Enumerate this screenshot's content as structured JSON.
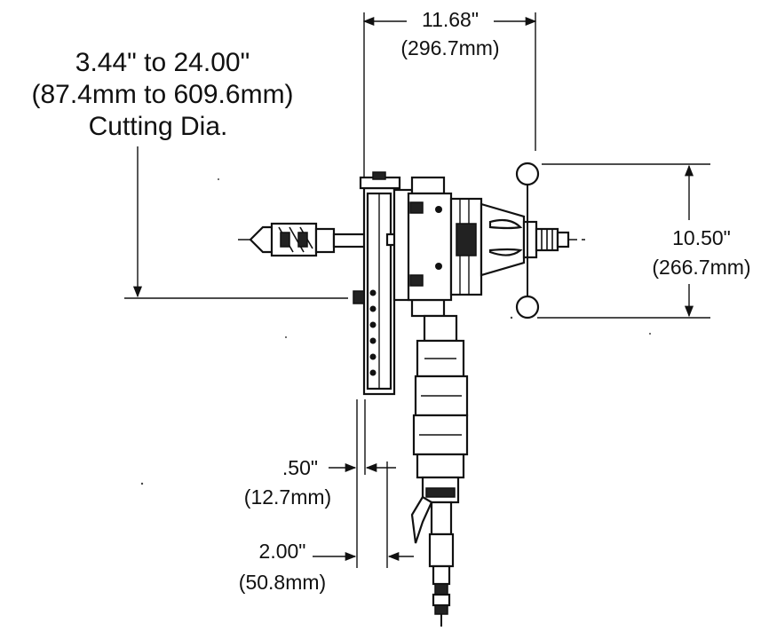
{
  "labels": {
    "cutting_range_inch": "3.44\" to 24.00\"",
    "cutting_range_mm": "(87.4mm to 609.6mm)",
    "cutting_caption": "Cutting Dia.",
    "width_inch": "11.68\"",
    "width_mm": "(296.7mm)",
    "height_inch": "10.50\"",
    "height_mm": "(266.7mm)",
    "offset_small_inch": ".50\"",
    "offset_small_mm": "(12.7mm)",
    "offset_large_inch": "2.00\"",
    "offset_large_mm": "(50.8mm)"
  }
}
